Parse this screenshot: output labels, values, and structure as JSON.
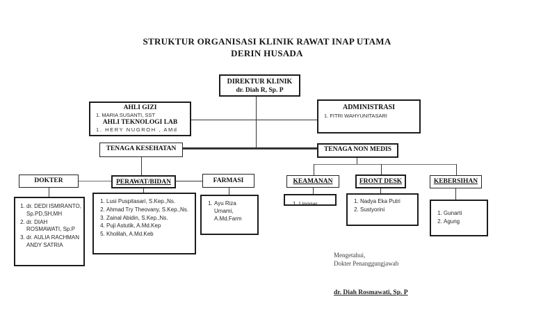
{
  "title": {
    "line1": "STRUKTUR ORGANISASI KLINIK RAWAT INAP UTAMA",
    "line2": "DERIN HUSADA"
  },
  "direktur": {
    "title": "DIREKTUR KLINIK",
    "name": "dr. Diah R, Sp. P"
  },
  "ahli": {
    "heading_gizi": "AHLI GIZI",
    "member_gizi": "1.  MARIA SUSANTI, SST",
    "heading_lab": "AHLI TEKNOLOGI LAB",
    "member_lab": "1. HERY NUGROH , AMd"
  },
  "administrasi": {
    "heading": "ADMINISTRASI",
    "member": "1.  FITRI WAHYUNITASARI"
  },
  "tenaga": {
    "kesehatan": "TENAGA KESEHATAN",
    "non_medis": "TENAGA NON MEDIS"
  },
  "departments": {
    "dokter": {
      "label": "DOKTER",
      "members": [
        "dr. DEDI ISMIRANTO, Sp.PD,SH,MH",
        "dr. DIAH ROSMAWATI, Sp.P",
        "dr. AULIA RACHMAN ANDY SATRIA"
      ]
    },
    "perawat_bidan": {
      "label": "PERAWAT/BIDAN",
      "members": [
        "Lusi Puspitasari, S.Kep.,Ns.",
        "Ahmad Try Theovany, S.Kep.,Ns.",
        "Zainal Abidin, S.Kep.,Ns.",
        "Puji Astutik, A.Md.Kep",
        "Kholilah, A.Md.Keb"
      ]
    },
    "farmasi": {
      "label": "FARMASI",
      "members": [
        "Ayu Riza Umami, A.Md.Farm"
      ]
    },
    "keamanan": {
      "label": "KEAMANAN",
      "members": [
        "Linggar"
      ]
    },
    "front_desk": {
      "label": "FRONT DESK",
      "members": [
        "Nadya Eka Putri",
        "Sustyorini"
      ]
    },
    "kebersihan": {
      "label": "KEBERSIHAN",
      "members": [
        "Gunarti",
        "Agung"
      ]
    }
  },
  "footer": {
    "line1": "Mengetahui,",
    "line2": "Dokter Penanggungjawab",
    "signature": "dr.  Diah Rosmawati, Sp. P"
  }
}
